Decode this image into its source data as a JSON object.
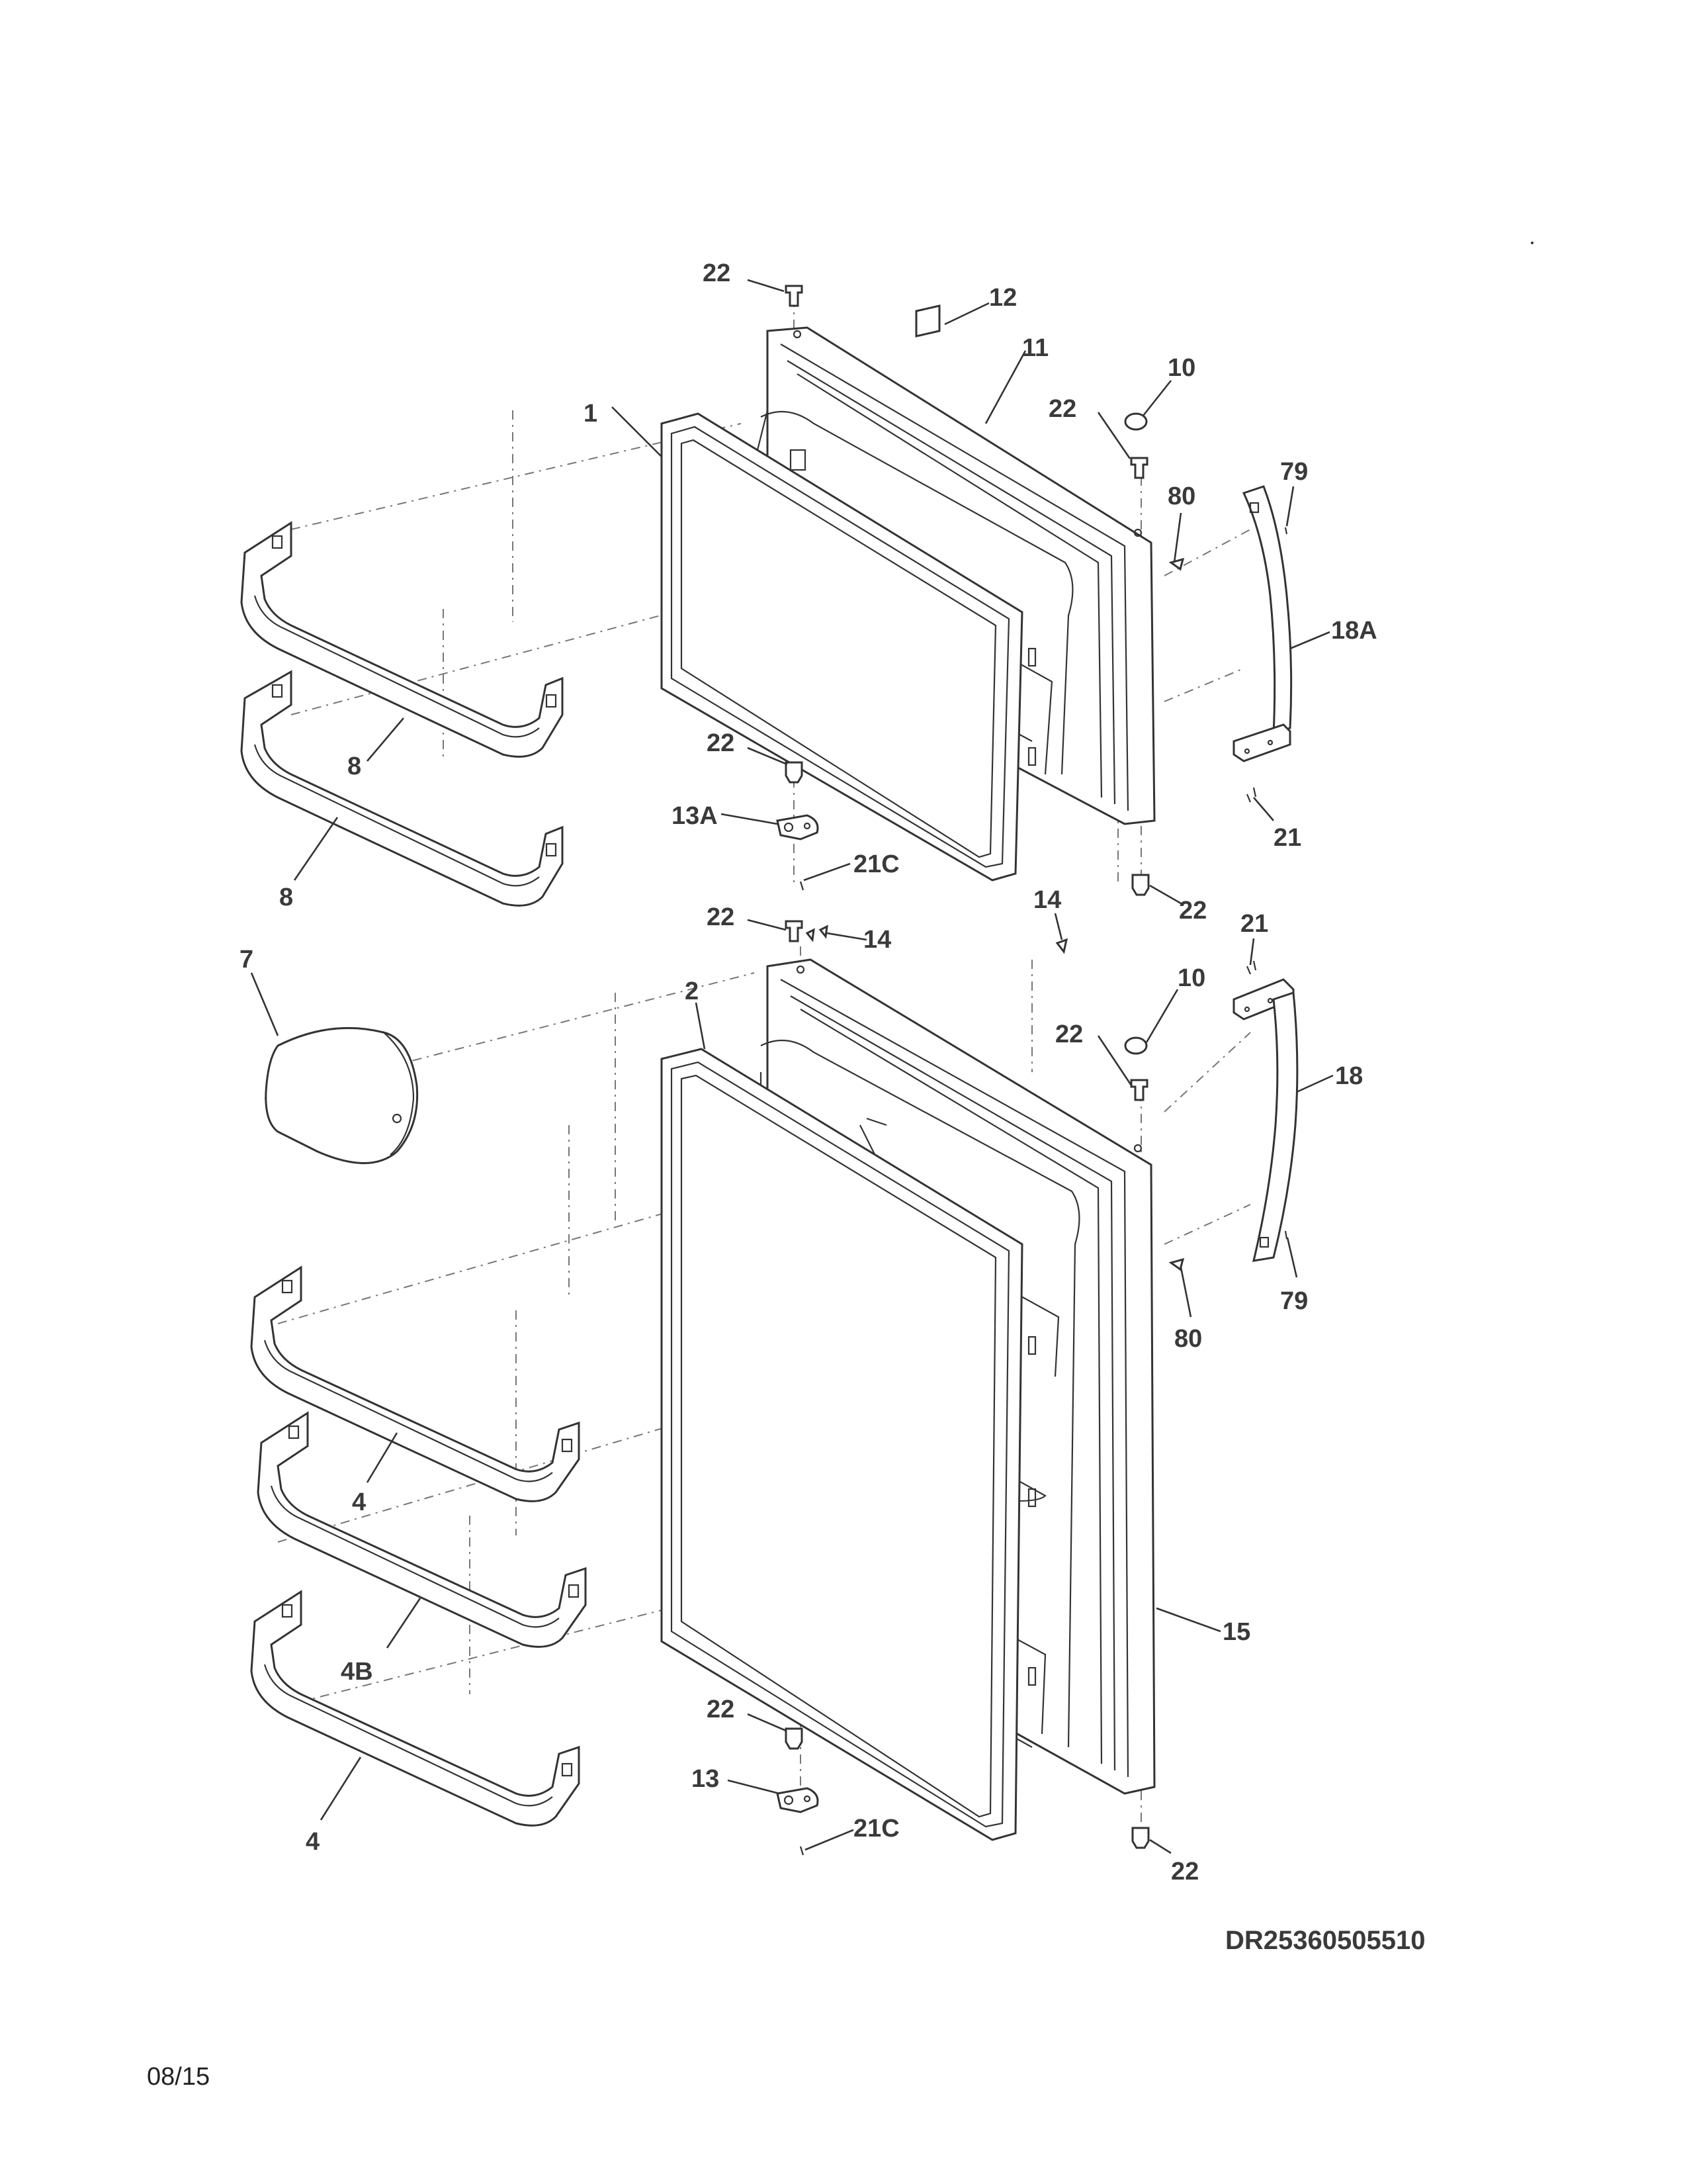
{
  "diagram": {
    "drawing_code": "DR25360505510",
    "date": "08/15",
    "callouts": [
      {
        "id": "c-22-top",
        "text": "22"
      },
      {
        "id": "c-12",
        "text": "12"
      },
      {
        "id": "c-11",
        "text": "11"
      },
      {
        "id": "c-10-upper",
        "text": "10"
      },
      {
        "id": "c-22-upper-right",
        "text": "22"
      },
      {
        "id": "c-1",
        "text": "1"
      },
      {
        "id": "c-80-upper",
        "text": "80"
      },
      {
        "id": "c-79-upper",
        "text": "79"
      },
      {
        "id": "c-18a",
        "text": "18A"
      },
      {
        "id": "c-8-upper",
        "text": "8"
      },
      {
        "id": "c-22-hinge-upper",
        "text": "22"
      },
      {
        "id": "c-13a",
        "text": "13A"
      },
      {
        "id": "c-21-upper",
        "text": "21"
      },
      {
        "id": "c-8-lower",
        "text": "8"
      },
      {
        "id": "c-21c-upper",
        "text": "21C"
      },
      {
        "id": "c-22-mid-right",
        "text": "22"
      },
      {
        "id": "c-14-right",
        "text": "14"
      },
      {
        "id": "c-22-mid",
        "text": "22"
      },
      {
        "id": "c-14-mid",
        "text": "14"
      },
      {
        "id": "c-21-lower",
        "text": "21"
      },
      {
        "id": "c-7",
        "text": "7"
      },
      {
        "id": "c-10-lower",
        "text": "10"
      },
      {
        "id": "c-2",
        "text": "2"
      },
      {
        "id": "c-22-lower-right",
        "text": "22"
      },
      {
        "id": "c-18",
        "text": "18"
      },
      {
        "id": "c-79-lower",
        "text": "79"
      },
      {
        "id": "c-80-lower",
        "text": "80"
      },
      {
        "id": "c-4-upper",
        "text": "4"
      },
      {
        "id": "c-4b",
        "text": "4B"
      },
      {
        "id": "c-15",
        "text": "15"
      },
      {
        "id": "c-22-hinge-lower",
        "text": "22"
      },
      {
        "id": "c-13",
        "text": "13"
      },
      {
        "id": "c-21c-lower",
        "text": "21C"
      },
      {
        "id": "c-22-bottom-right",
        "text": "22"
      },
      {
        "id": "c-4-lower",
        "text": "4"
      }
    ]
  }
}
